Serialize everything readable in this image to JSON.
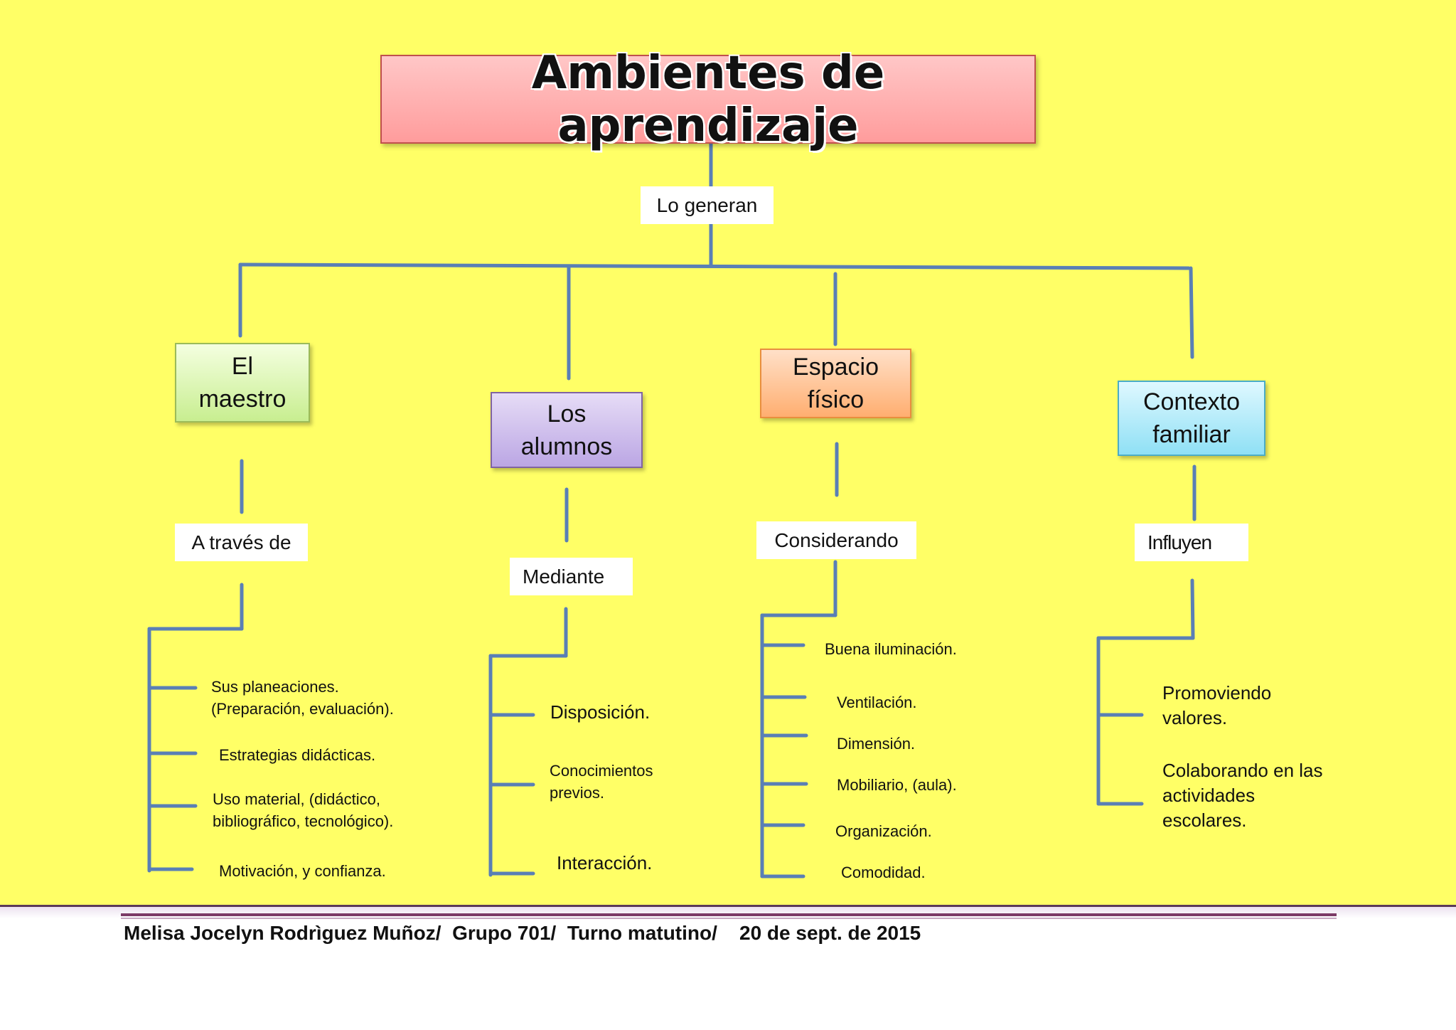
{
  "title": "Ambientes de aprendizaje",
  "root_link": "Lo generan",
  "branches": [
    {
      "name": "El\nmaestro",
      "link": "A través de",
      "items": [
        "Sus planeaciones.\n(Preparación,  evaluación).",
        "Estrategias didácticas.",
        "Uso material,  (didáctico,\nbibliográfico,  tecnológico).",
        "Motivación,  y confianza."
      ]
    },
    {
      "name": "Los\nalumnos",
      "link": "Mediante",
      "items": [
        "Disposición.",
        "Conocimientos\nprevios.",
        "Interacción."
      ]
    },
    {
      "name": "Espacio\nfísico",
      "link": "Considerando",
      "items": [
        "Buena iluminación.",
        "Ventilación.",
        "Dimensión.",
        "Mobiliario,  (aula).",
        "Organización.",
        "Comodidad."
      ]
    },
    {
      "name": "Contexto\nfamiliar",
      "link": "Influyen",
      "items": [
        "Promoviendo\nvalores.",
        "Colaborando en las\nactividades\nescolares."
      ]
    }
  ],
  "footer": "Melisa Jocelyn Rodrìguez Muñoz/  Grupo 701/  Turno matutino/    20 de sept. de 2015",
  "colors": {
    "background": "#ffff66",
    "connector": "#5a7fb5",
    "title_fill": "#ffb3b3",
    "maestro_fill": "#d9f5a8",
    "alumnos_fill": "#cbbbec",
    "espacio_fill": "#ffc79a",
    "contexto_fill": "#b2ecfb"
  }
}
